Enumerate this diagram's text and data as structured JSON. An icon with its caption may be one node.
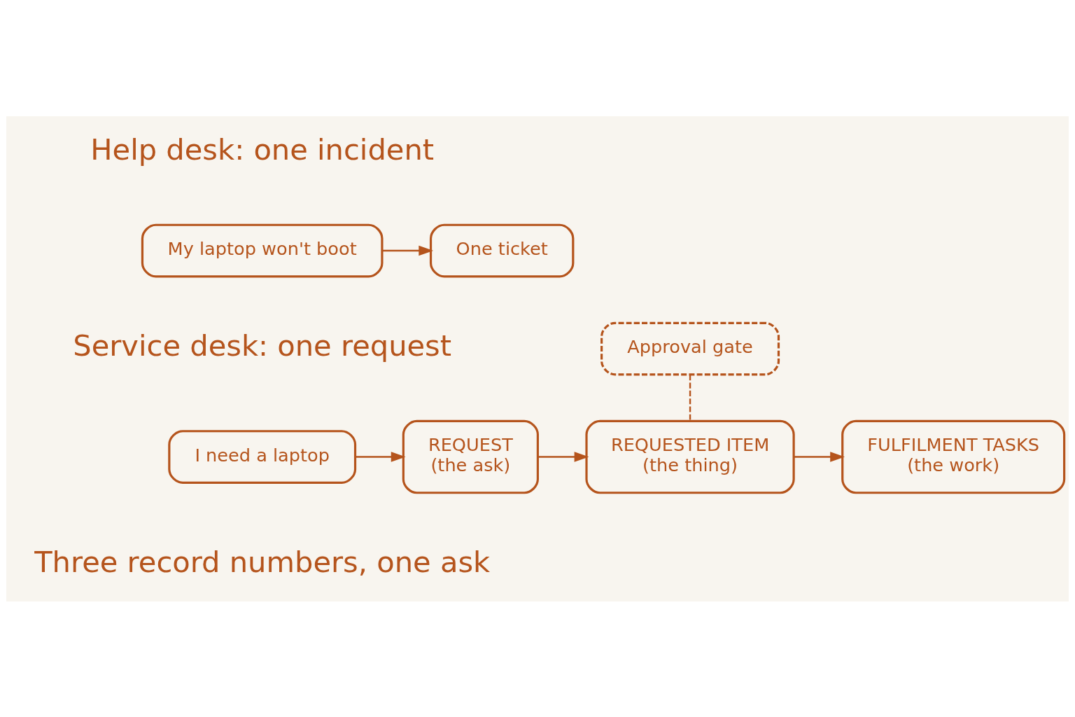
{
  "diagram": {
    "nodes": [
      {
        "text": [
          "My laptop won't boot"
        ]
      },
      {
        "text": [
          "One ticket"
        ]
      },
      {
        "text": [
          "I need a laptop"
        ]
      },
      {
        "text": [
          "REQUEST",
          "(the ask)"
        ]
      },
      {
        "text": [
          "REQUESTED ITEM",
          "(the thing)"
        ]
      },
      {
        "text": [
          "FULFILMENT TASKS",
          "(the work)"
        ]
      },
      {
        "text": [
          "Approval gate"
        ]
      }
    ],
    "edges": [
      {
        "from": 0,
        "to": 1,
        "arrow": "to"
      },
      {
        "from": 2,
        "to": 3,
        "arrow": "to"
      },
      {
        "from": 3,
        "to": 4,
        "arrow": "to"
      },
      {
        "from": 4,
        "to": 5,
        "arrow": "to"
      },
      {
        "from": 6,
        "to": 4,
        "arrow": "none",
        "style": "dashed"
      }
    ],
    "labels": [
      "Help desk: one incident",
      "Service desk: one request",
      "Three record numbers, one ask"
    ]
  }
}
